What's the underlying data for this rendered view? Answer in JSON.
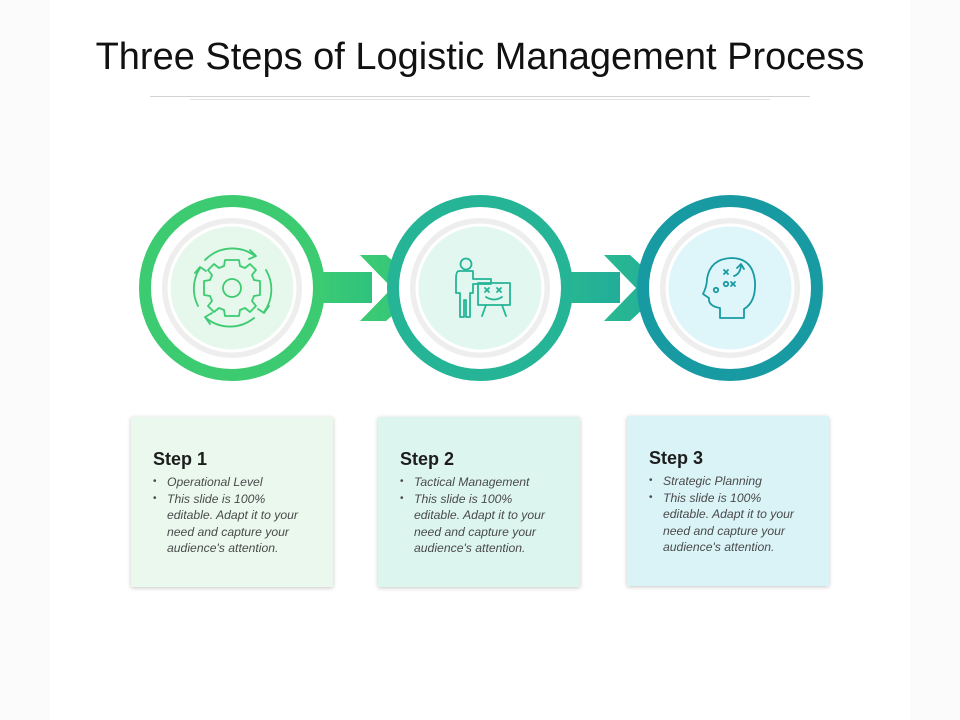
{
  "title": "Three Steps of Logistic Management Process",
  "colors": {
    "step1": "#3dcb72",
    "step2": "#25b596",
    "step3": "#189aa3"
  },
  "steps": [
    {
      "label": "Step 1",
      "icon": "gear-cycle-icon",
      "color": "#3dcb72",
      "card_bg": "#eaf8ee",
      "inner_bg": "#e6f7ec",
      "bullets": [
        "Operational Level",
        "This slide is 100% editable. Adapt it to your need and capture your audience's attention."
      ]
    },
    {
      "label": "Step 2",
      "icon": "presenter-board-icon",
      "color": "#25b596",
      "card_bg": "#ddf5ef",
      "inner_bg": "#e2f7f0",
      "bullets": [
        "Tactical Management",
        "This slide is 100% editable. Adapt it to your need and capture your audience's attention."
      ]
    },
    {
      "label": "Step 3",
      "icon": "head-strategy-icon",
      "color": "#189aa3",
      "card_bg": "#daf3f7",
      "inner_bg": "#def6f9",
      "bullets": [
        "Strategic Planning",
        "This slide is 100% editable. Adapt it to your need and capture your audience's attention."
      ]
    }
  ]
}
